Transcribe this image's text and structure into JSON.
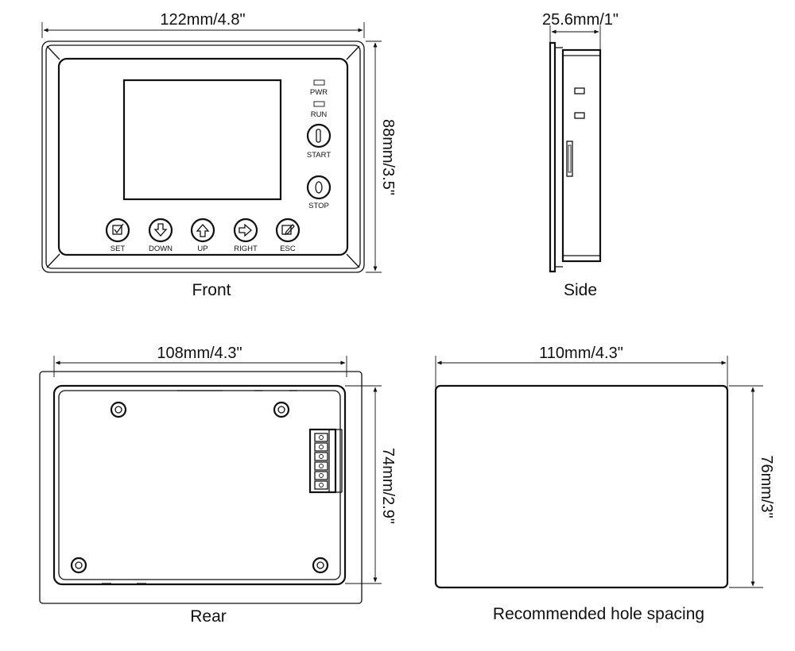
{
  "front": {
    "label": "Front",
    "width_dim": "122mm/4.8\"",
    "height_dim": "88mm/3.5\"",
    "indicators": [
      {
        "label": "PWR",
        "icon": "led-indicator-icon"
      },
      {
        "label": "RUN",
        "icon": "led-indicator-icon"
      }
    ],
    "side_buttons": [
      {
        "label": "START",
        "glyph": "I",
        "icon": "start-icon"
      },
      {
        "label": "STOP",
        "glyph": "O",
        "icon": "stop-icon"
      }
    ],
    "bottom_buttons": [
      {
        "label": "SET",
        "icon": "checkbox-icon"
      },
      {
        "label": "DOWN",
        "icon": "arrow-down-icon"
      },
      {
        "label": "UP",
        "icon": "arrow-up-icon"
      },
      {
        "label": "RIGHT",
        "icon": "arrow-right-icon"
      },
      {
        "label": "ESC",
        "icon": "edit-icon"
      }
    ]
  },
  "side": {
    "label": "Side",
    "width_dim": "25.6mm/1\""
  },
  "rear": {
    "label": "Rear",
    "width_dim": "108mm/4.3\"",
    "height_dim": "74mm/2.9\""
  },
  "cutout": {
    "label": "Recommended hole spacing",
    "width_dim": "110mm/4.3\"",
    "height_dim": "76mm/3\""
  }
}
